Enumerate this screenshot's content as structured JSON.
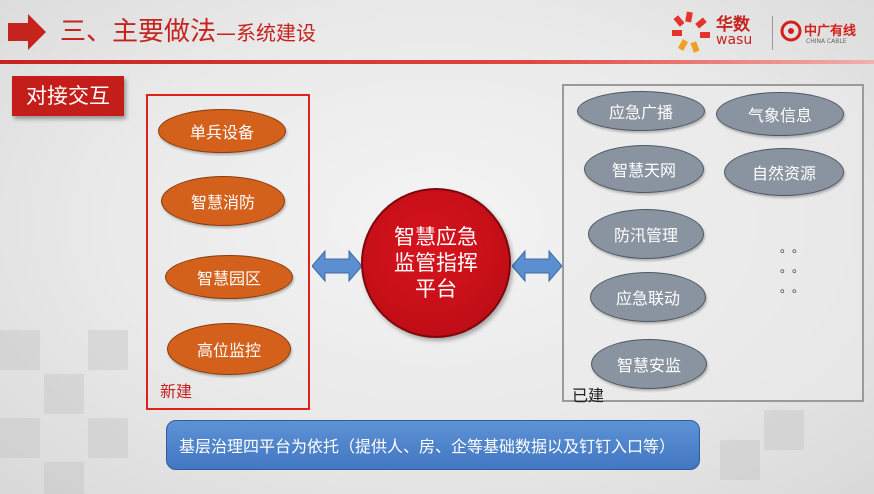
{
  "header": {
    "title_main": "三、主要做法",
    "title_sub": "—系统建设",
    "logo_wasu_cn": "华数",
    "logo_wasu_en": "wasu",
    "logo_cc_cn": "中广有线",
    "logo_cc_en": "CHINA CABLE"
  },
  "section_tag": "对接交互",
  "center": {
    "label": "智慧应急监管指挥平台"
  },
  "new_group": {
    "label": "新建",
    "items": [
      "单兵设备",
      "智慧消防",
      "智慧园区",
      "高位监控"
    ]
  },
  "built_group": {
    "label": "已建",
    "items": [
      "应急广播",
      "气象信息",
      "智慧天网",
      "自然资源",
      "防汛管理",
      "应急联动",
      "智慧安监"
    ],
    "ellipsis": "。。"
  },
  "basis": "基层治理四平台为依托（提供人、房、企等基础数据以及钉钉入口等）",
  "colors": {
    "accent_red": "#c6231f",
    "orange_node": "#d3611c",
    "gray_node": "#8a94a0",
    "blue_box": "#4a80c8"
  }
}
